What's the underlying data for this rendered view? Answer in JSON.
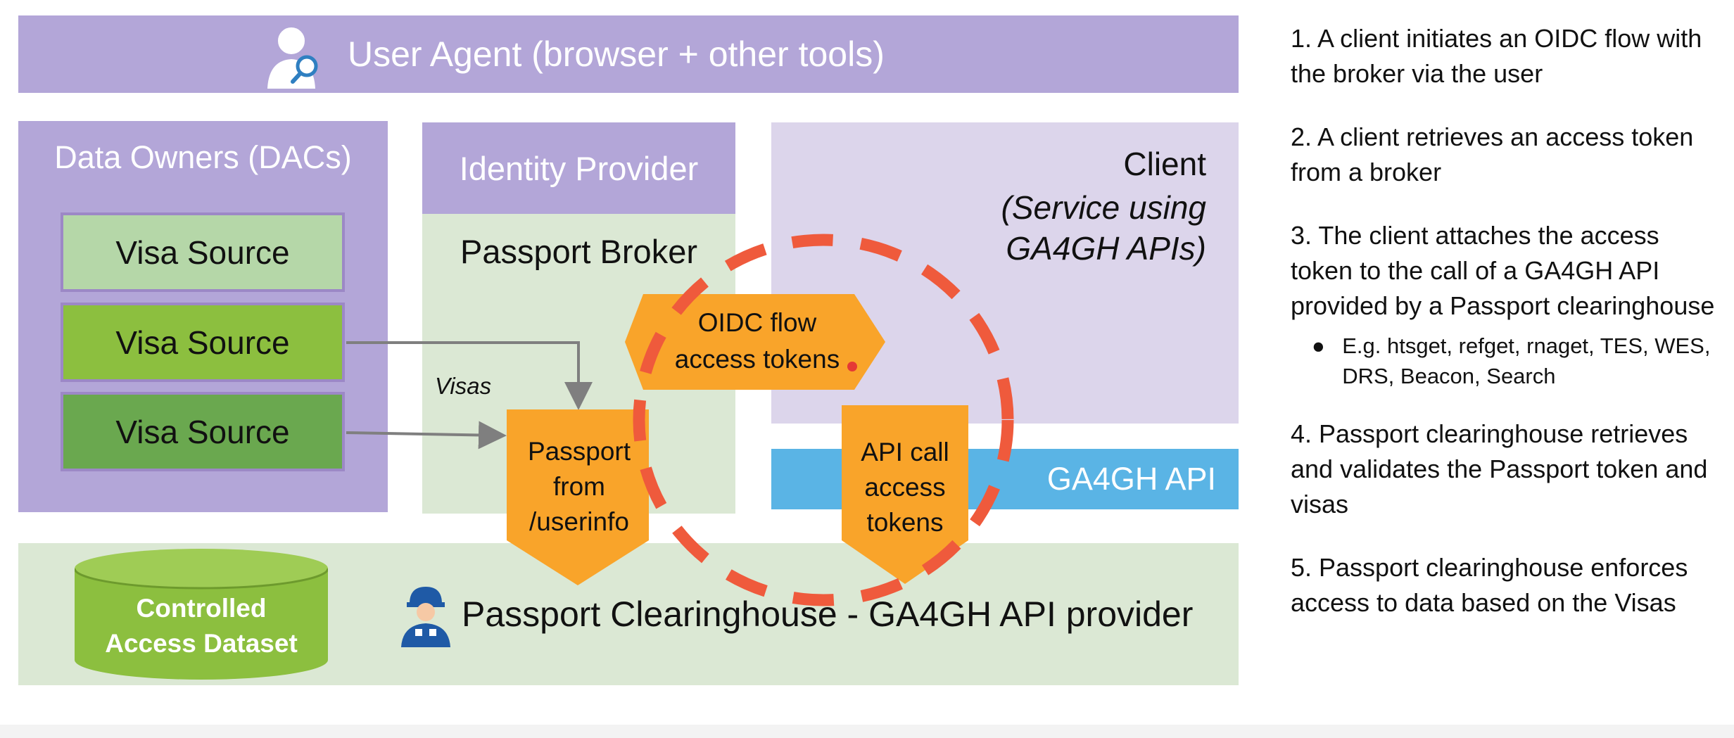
{
  "colors": {
    "purple": "#b3a6d8",
    "light_purple": "#dcd5eb",
    "light_green": "#dbe8d4",
    "orange": "#f9a42a",
    "red_dash": "#ef5a3c",
    "api_blue": "#5ab4e5",
    "visa_light": "#b5d7a8",
    "visa_mid": "#8cbf3f",
    "visa_dark": "#6aa84f",
    "db_green": "#8cbf3f"
  },
  "user_agent": {
    "label": "User Agent (browser + other tools)",
    "icon": "user-search-icon"
  },
  "data_owners": {
    "title": "Data Owners (DACs)",
    "visa_sources": [
      "Visa Source",
      "Visa Source",
      "Visa Source"
    ]
  },
  "identity_provider": {
    "title": "Identity Provider",
    "broker": "Passport Broker"
  },
  "client": {
    "title": "Client",
    "subtitle_line1": "(Service using",
    "subtitle_line2": "GA4GH APIs)"
  },
  "api_bar": {
    "label": "GA4GH API"
  },
  "flows": {
    "visas": "Visas",
    "oidc_line1": "OIDC flow",
    "oidc_line2": "access tokens",
    "passport_line1": "Passport",
    "passport_line2": "from",
    "passport_line3": "/userinfo",
    "apicall_line1": "API call",
    "apicall_line2": "access",
    "apicall_line3": "tokens"
  },
  "clearinghouse": {
    "label": "Passport Clearinghouse - GA4GH API provider",
    "icon": "worker-person-icon",
    "dataset_line1": "Controlled",
    "dataset_line2": "Access Dataset"
  },
  "steps": [
    "1. A client initiates an OIDC flow with the broker via the user",
    "2. A client retrieves an access token from a broker",
    "3. The client attaches the access token to the call of a GA4GH API provided by a Passport clearinghouse",
    "4. Passport clearinghouse retrieves and validates the Passport token and visas",
    "5. Passport clearinghouse enforces access to data based on the Visas"
  ],
  "step3_bullet": "E.g. htsget, refget, rnaget, TES, WES, DRS, Beacon, Search"
}
